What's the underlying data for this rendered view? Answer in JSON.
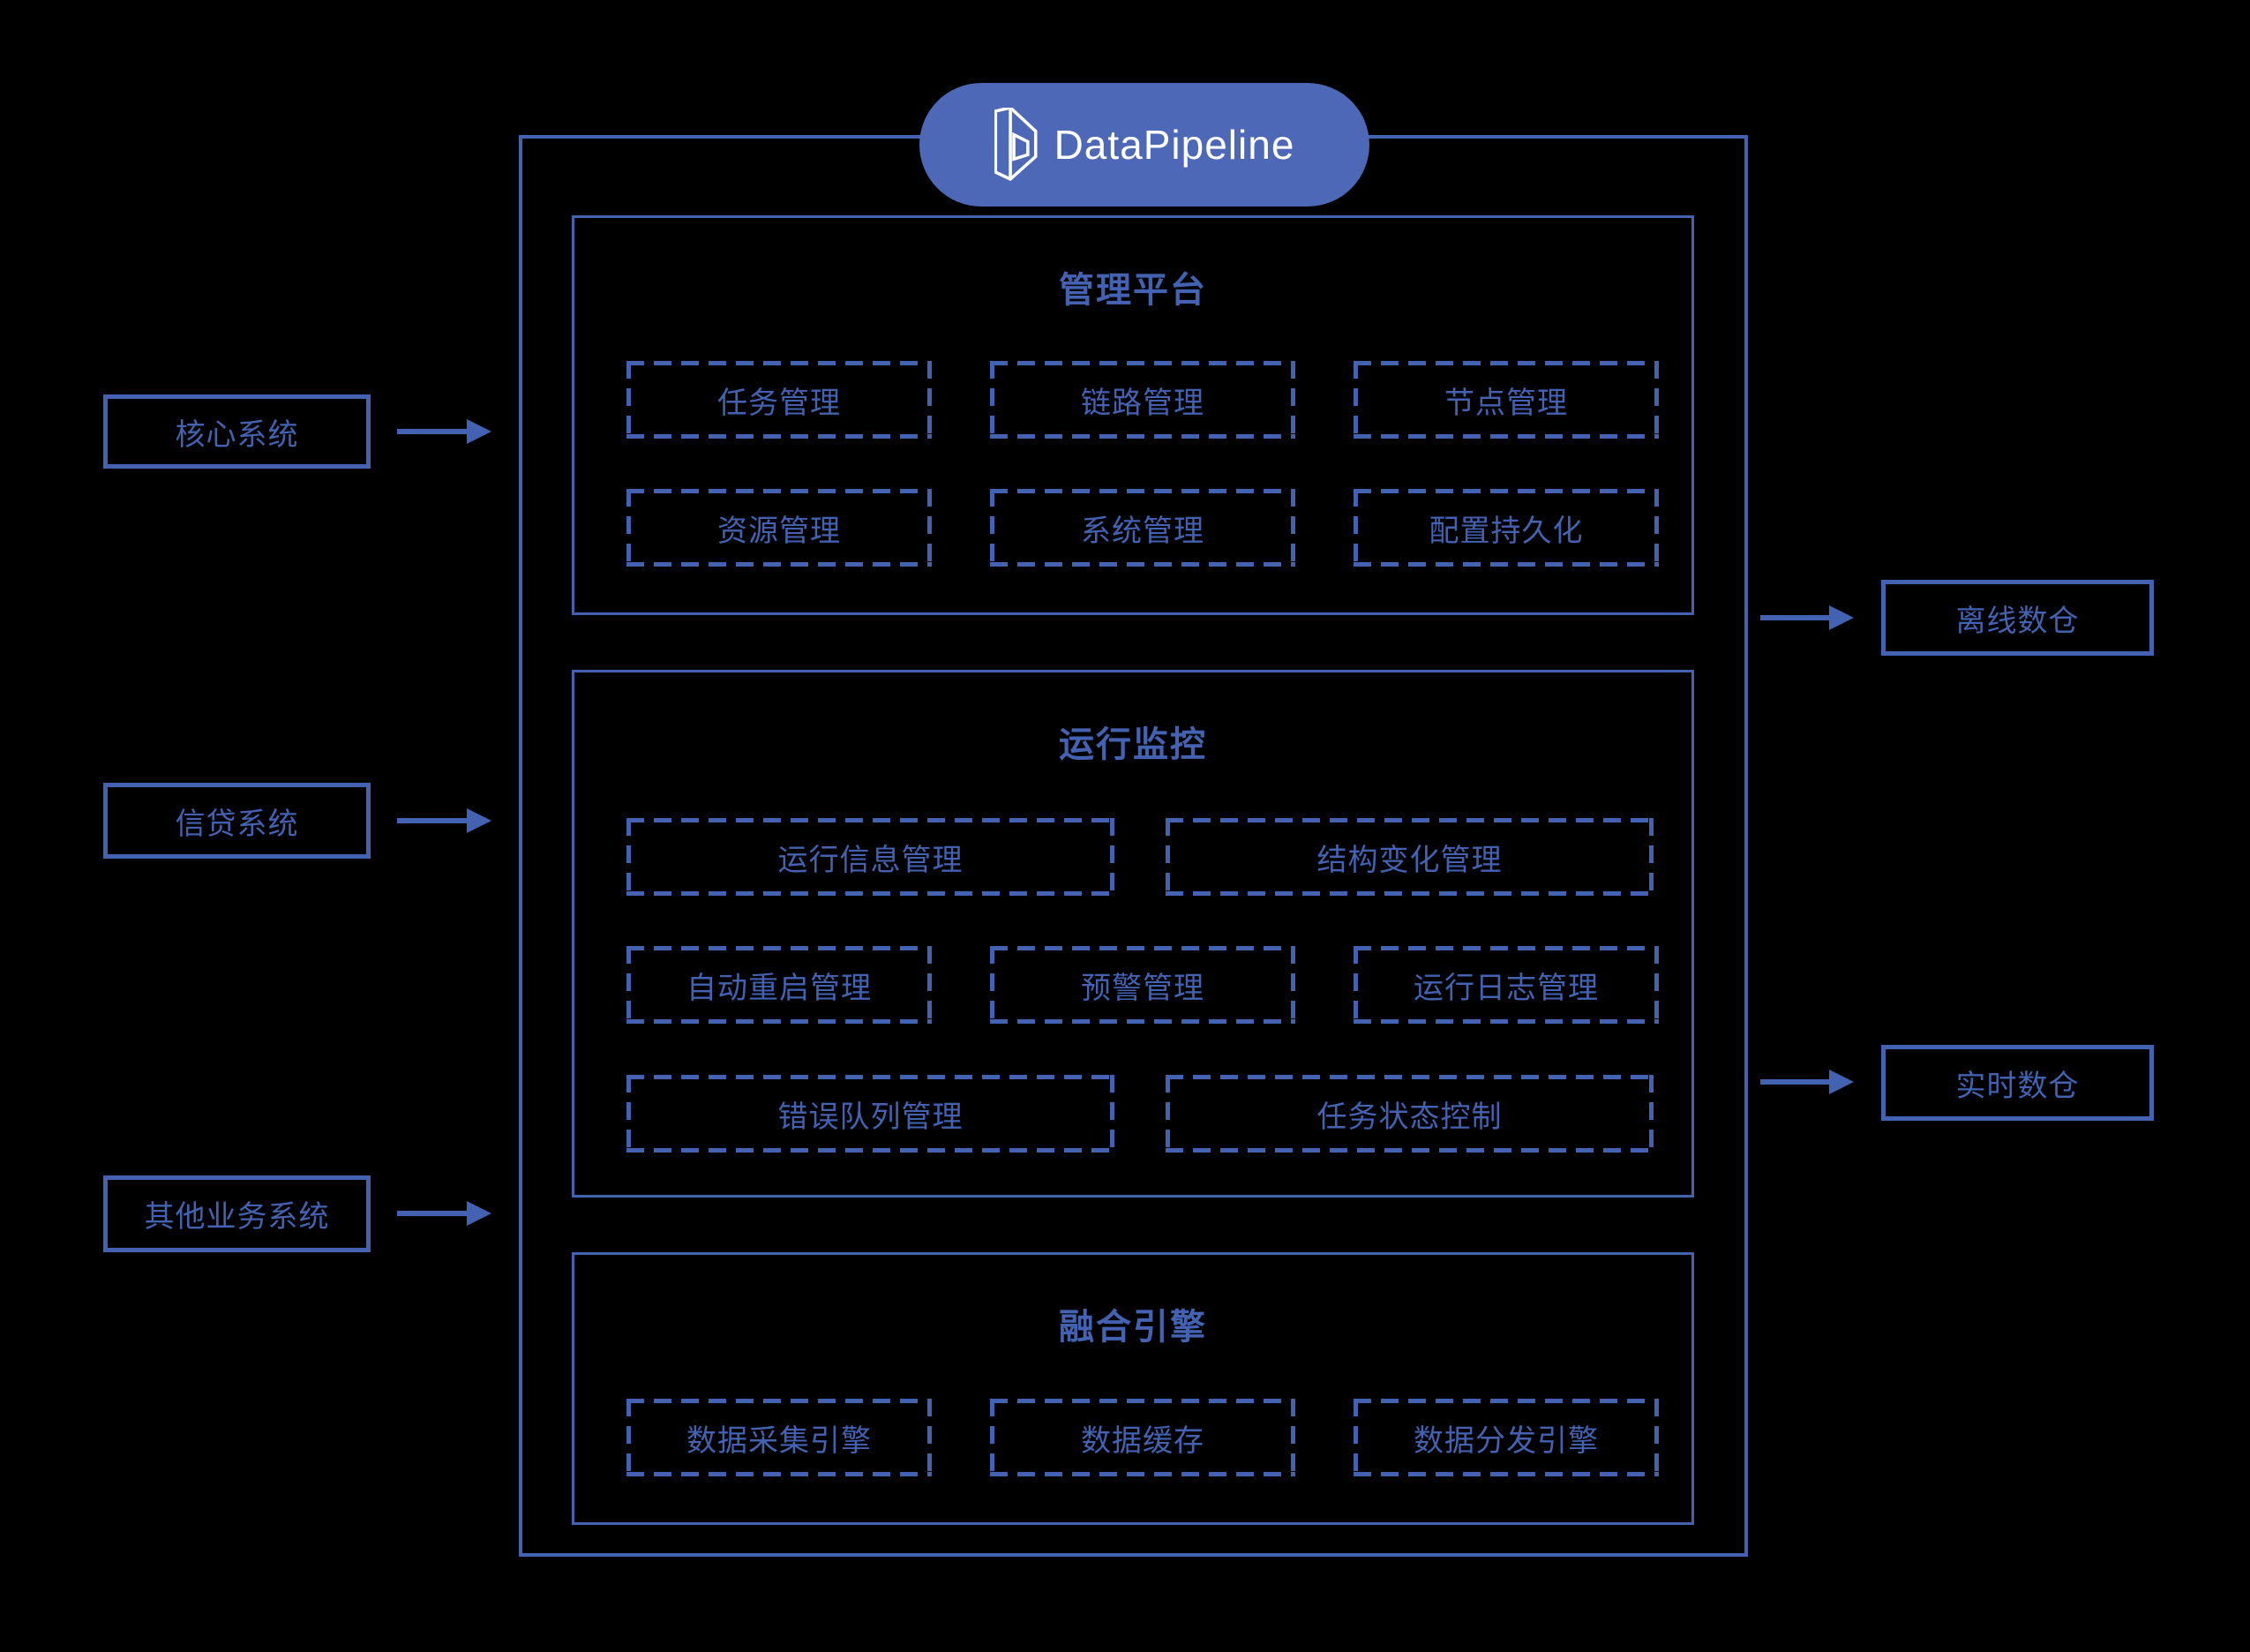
{
  "colors": {
    "accent": "#4362B2",
    "pill_bg": "#4D68B6",
    "logo_text": "#FFFFFF",
    "canvas_bg": "#000000"
  },
  "logo": {
    "brand": "DataPipeline"
  },
  "sources": [
    {
      "label": "核心系统"
    },
    {
      "label": "信贷系统"
    },
    {
      "label": "其他业务系统"
    }
  ],
  "targets": [
    {
      "label": "离线数仓"
    },
    {
      "label": "实时数仓"
    }
  ],
  "sections": [
    {
      "title": "管理平台",
      "rows": [
        [
          "任务管理",
          "链路管理",
          "节点管理"
        ],
        [
          "资源管理",
          "系统管理",
          "配置持久化"
        ]
      ]
    },
    {
      "title": "运行监控",
      "rows": [
        [
          "运行信息管理",
          "结构变化管理"
        ],
        [
          "自动重启管理",
          "预警管理",
          "运行日志管理"
        ],
        [
          "错误队列管理",
          "任务状态控制"
        ]
      ]
    },
    {
      "title": "融合引擎",
      "rows": [
        [
          "数据采集引擎",
          "数据缓存",
          "数据分发引擎"
        ]
      ]
    }
  ]
}
